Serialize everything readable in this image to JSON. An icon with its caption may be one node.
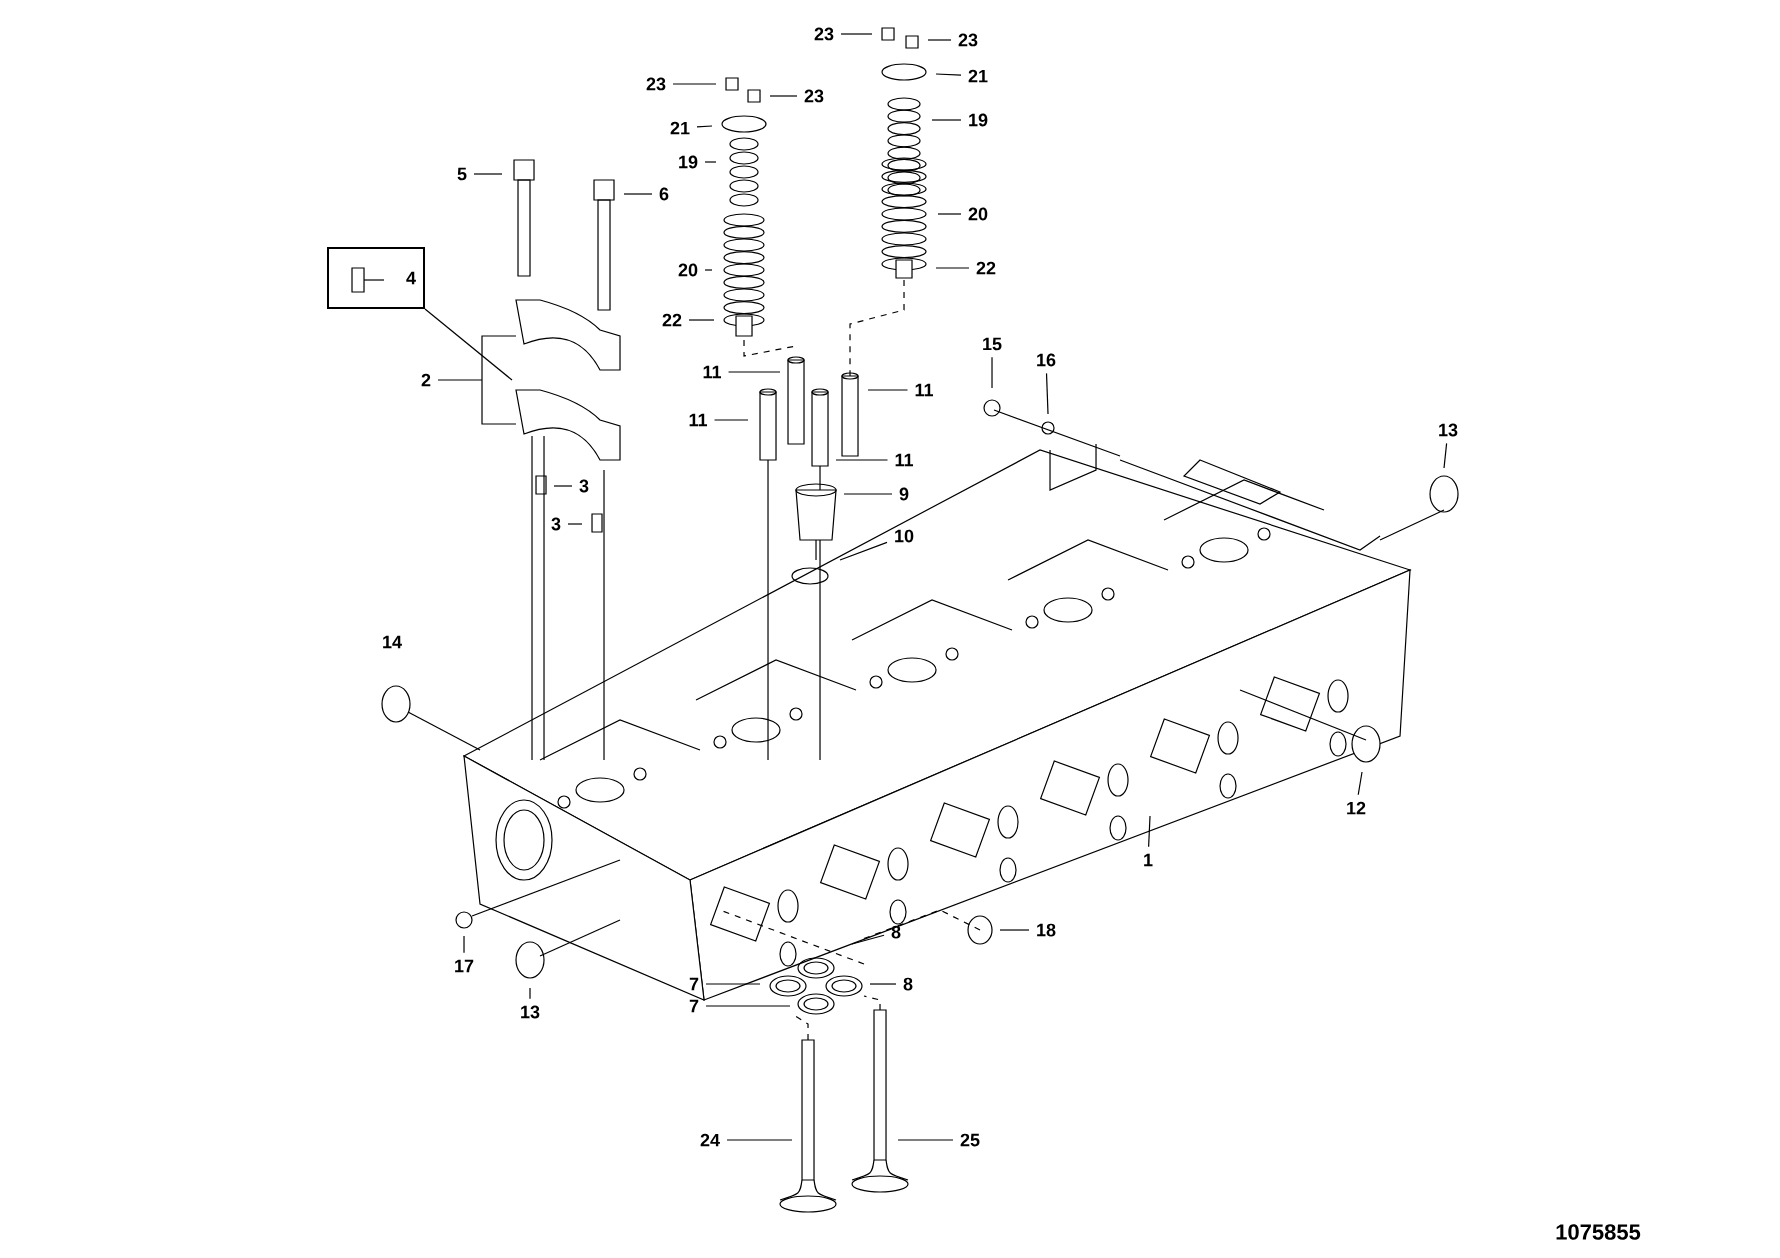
{
  "diagram": {
    "nodes": [
      {
        "text": [
          "23"
        ]
      },
      {
        "text": [
          "23"
        ]
      },
      {
        "text": [
          "23"
        ]
      },
      {
        "text": [
          "23"
        ]
      },
      {
        "text": [
          "21"
        ]
      },
      {
        "text": [
          "21"
        ]
      },
      {
        "text": [
          "19"
        ]
      },
      {
        "text": [
          "19"
        ]
      },
      {
        "text": [
          "5"
        ]
      },
      {
        "text": [
          "6"
        ]
      },
      {
        "text": [
          "20"
        ]
      },
      {
        "text": [
          "20"
        ]
      },
      {
        "text": [
          "22"
        ]
      },
      {
        "text": [
          "22"
        ]
      },
      {
        "text": [
          "4"
        ]
      },
      {
        "text": [
          "2"
        ]
      },
      {
        "text": [
          "11"
        ]
      },
      {
        "text": [
          "11"
        ]
      },
      {
        "text": [
          "15"
        ]
      },
      {
        "text": [
          "16"
        ]
      },
      {
        "text": [
          "11"
        ]
      },
      {
        "text": [
          "13"
        ]
      },
      {
        "text": [
          "11"
        ]
      },
      {
        "text": [
          "3"
        ]
      },
      {
        "text": [
          "9"
        ]
      },
      {
        "text": [
          "3"
        ]
      },
      {
        "text": [
          "10"
        ]
      },
      {
        "text": [
          "12"
        ]
      },
      {
        "text": [
          "1"
        ]
      },
      {
        "text": [
          "18"
        ]
      },
      {
        "text": [
          "17"
        ]
      },
      {
        "text": [
          "8"
        ]
      },
      {
        "text": [
          "7"
        ]
      },
      {
        "text": [
          "8"
        ]
      },
      {
        "text": [
          "13"
        ]
      },
      {
        "text": [
          "7"
        ]
      },
      {
        "text": [
          "24"
        ]
      },
      {
        "text": [
          "25"
        ]
      }
    ],
    "edges": [
      {
        "from": 0,
        "to": null,
        "arrow": "none"
      },
      {
        "from": 1,
        "to": null,
        "arrow": "none"
      },
      {
        "from": 2,
        "to": null,
        "arrow": "none"
      },
      {
        "from": 3,
        "to": null,
        "arrow": "none"
      },
      {
        "from": 4,
        "to": null,
        "arrow": "none"
      },
      {
        "from": 5,
        "to": null,
        "arrow": "none"
      },
      {
        "from": 6,
        "to": null,
        "arrow": "none"
      },
      {
        "from": 7,
        "to": null,
        "arrow": "none"
      },
      {
        "from": 8,
        "to": null,
        "arrow": "none"
      },
      {
        "from": 9,
        "to": null,
        "arrow": "none"
      },
      {
        "from": 10,
        "to": null,
        "arrow": "none"
      },
      {
        "from": 11,
        "to": null,
        "arrow": "none"
      },
      {
        "from": 12,
        "to": null,
        "arrow": "none"
      },
      {
        "from": 13,
        "to": null,
        "arrow": "none"
      },
      {
        "from": 14,
        "to": null,
        "arrow": "none"
      },
      {
        "from": 15,
        "to": null,
        "arrow": "none"
      },
      {
        "from": 16,
        "to": null,
        "arrow": "none"
      },
      {
        "from": 17,
        "to": null,
        "arrow": "none"
      },
      {
        "from": 18,
        "to": null,
        "arrow": "none"
      },
      {
        "from": 19,
        "to": null,
        "arrow": "none"
      },
      {
        "from": 20,
        "to": null,
        "arrow": "none"
      },
      {
        "from": 21,
        "to": null,
        "arrow": "none"
      },
      {
        "from": 22,
        "to": null,
        "arrow": "none"
      },
      {
        "from": 23,
        "to": null,
        "arrow": "none"
      },
      {
        "from": 24,
        "to": null,
        "arrow": "none"
      },
      {
        "from": 25,
        "to": null,
        "arrow": "none"
      },
      {
        "from": 26,
        "to": null,
        "arrow": "none"
      },
      {
        "from": 27,
        "to": null,
        "arrow": "none"
      },
      {
        "from": 28,
        "to": null,
        "arrow": "none"
      },
      {
        "from": 29,
        "to": null,
        "arrow": "none"
      },
      {
        "from": 30,
        "to": null,
        "arrow": "none"
      },
      {
        "from": 31,
        "to": null,
        "arrow": "none"
      },
      {
        "from": 32,
        "to": null,
        "arrow": "none"
      },
      {
        "from": 33,
        "to": null,
        "arrow": "none"
      },
      {
        "from": 34,
        "to": null,
        "arrow": "none"
      },
      {
        "from": 35,
        "to": null,
        "arrow": "none"
      },
      {
        "from": 36,
        "to": null,
        "arrow": "none"
      },
      {
        "from": 37,
        "to": null,
        "arrow": "none"
      }
    ],
    "labels": [
      "14",
      "1075855"
    ]
  }
}
